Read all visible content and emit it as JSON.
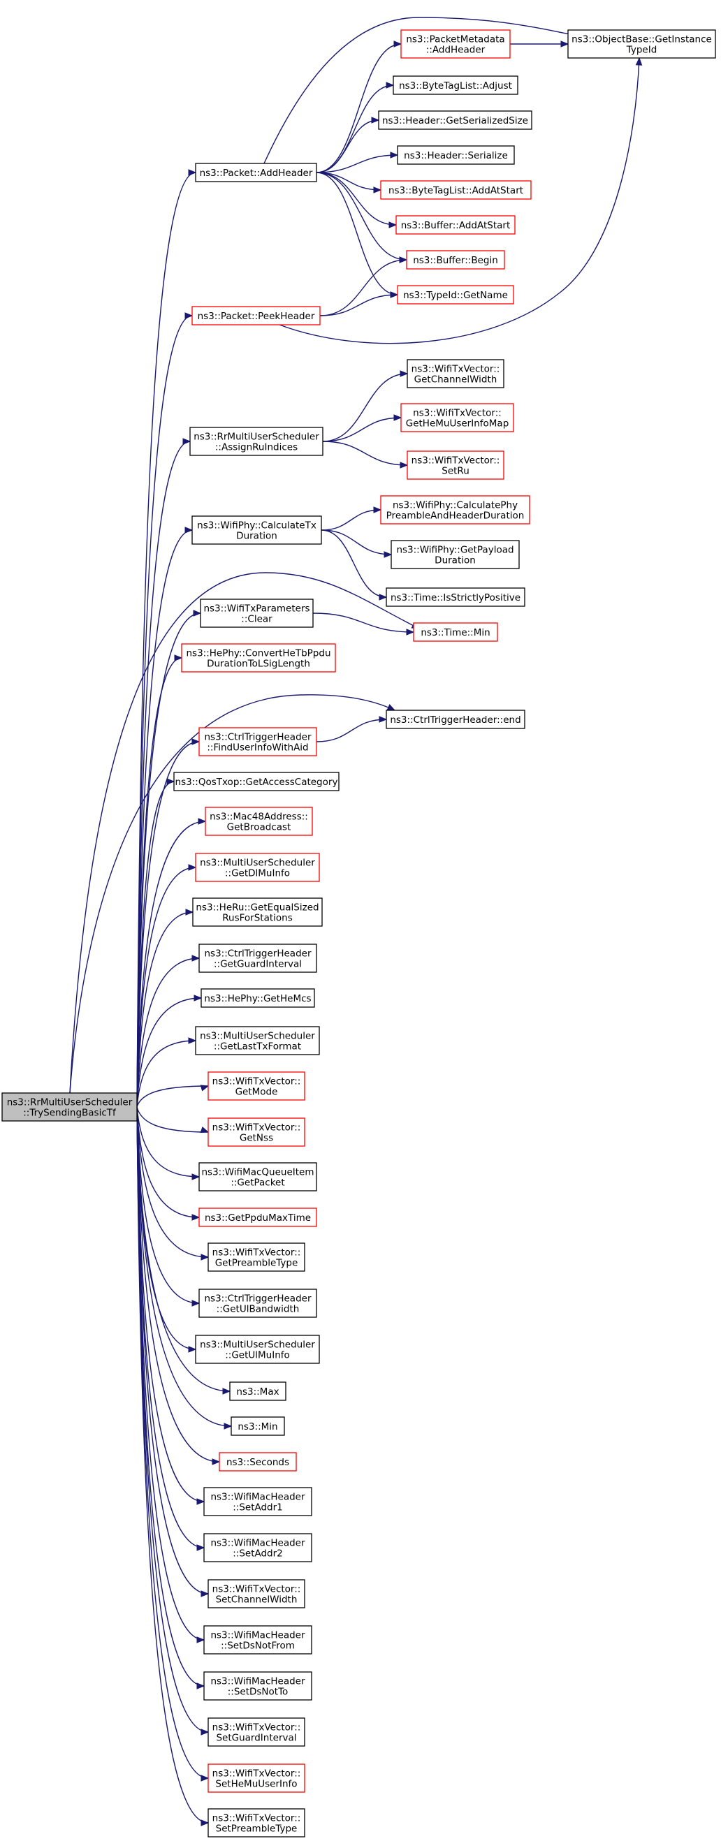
{
  "colors": {
    "edge": "#191970",
    "border_normal": "#000000",
    "border_incomplete": "#ff0000",
    "fill_normal": "#ffffff",
    "fill_root": "#bfbfbf"
  },
  "nodes": [
    {
      "id": "root",
      "lines": [
        "ns3::RrMultiUserScheduler",
        "::TrySendingBasicTf"
      ],
      "style": "root"
    },
    {
      "id": "objectbase_getinstancetypeid",
      "lines": [
        "ns3::ObjectBase::GetInstance",
        "TypeId"
      ],
      "style": "normal"
    },
    {
      "id": "packetmetadata_addheader",
      "lines": [
        "ns3::PacketMetadata",
        "::AddHeader"
      ],
      "style": "incomplete"
    },
    {
      "id": "bytetaglist_adjust",
      "lines": [
        "ns3::ByteTagList::Adjust"
      ],
      "style": "normal"
    },
    {
      "id": "header_getserializedsize",
      "lines": [
        "ns3::Header::GetSerializedSize"
      ],
      "style": "normal"
    },
    {
      "id": "header_serialize",
      "lines": [
        "ns3::Header::Serialize"
      ],
      "style": "normal"
    },
    {
      "id": "packet_addheader",
      "lines": [
        "ns3::Packet::AddHeader"
      ],
      "style": "normal"
    },
    {
      "id": "bytetaglist_addatstart",
      "lines": [
        "ns3::ByteTagList::AddAtStart"
      ],
      "style": "incomplete"
    },
    {
      "id": "buffer_addatstart",
      "lines": [
        "ns3::Buffer::AddAtStart"
      ],
      "style": "incomplete"
    },
    {
      "id": "buffer_begin",
      "lines": [
        "ns3::Buffer::Begin"
      ],
      "style": "incomplete"
    },
    {
      "id": "typeid_getname",
      "lines": [
        "ns3::TypeId::GetName"
      ],
      "style": "incomplete"
    },
    {
      "id": "packet_peekheader",
      "lines": [
        "ns3::Packet::PeekHeader"
      ],
      "style": "incomplete"
    },
    {
      "id": "wifitxvector_getchannelwidth",
      "lines": [
        "ns3::WifiTxVector::",
        "GetChannelWidth"
      ],
      "style": "normal"
    },
    {
      "id": "wifitxvector_gethemuuserinfomap",
      "lines": [
        "ns3::WifiTxVector::",
        "GetHeMuUserInfoMap"
      ],
      "style": "incomplete"
    },
    {
      "id": "rrmus_assignruindices",
      "lines": [
        "ns3::RrMultiUserScheduler",
        "::AssignRuIndices"
      ],
      "style": "normal"
    },
    {
      "id": "wifitxvector_setru",
      "lines": [
        "ns3::WifiTxVector::",
        "SetRu"
      ],
      "style": "incomplete"
    },
    {
      "id": "wifiphy_calculatephypreamble",
      "lines": [
        "ns3::WifiPhy::CalculatePhy",
        "PreambleAndHeaderDuration"
      ],
      "style": "incomplete"
    },
    {
      "id": "wifiphy_calculatetxduration",
      "lines": [
        "ns3::WifiPhy::CalculateTx",
        "Duration"
      ],
      "style": "normal"
    },
    {
      "id": "wifiphy_getpayloadduration",
      "lines": [
        "ns3::WifiPhy::GetPayload",
        "Duration"
      ],
      "style": "normal"
    },
    {
      "id": "time_isstrictlypositive",
      "lines": [
        "ns3::Time::IsStrictlyPositive"
      ],
      "style": "normal"
    },
    {
      "id": "wifitxparameters_clear",
      "lines": [
        "ns3::WifiTxParameters",
        "::Clear"
      ],
      "style": "normal"
    },
    {
      "id": "time_min",
      "lines": [
        "ns3::Time::Min"
      ],
      "style": "incomplete"
    },
    {
      "id": "hephy_convertheltbppdu",
      "lines": [
        "ns3::HePhy::ConvertHeTbPpdu",
        "DurationToLSigLength"
      ],
      "style": "incomplete"
    },
    {
      "id": "ctrltriggerheader_end",
      "lines": [
        "ns3::CtrlTriggerHeader::end"
      ],
      "style": "normal"
    },
    {
      "id": "ctrltriggerheader_finduserinfowithaid",
      "lines": [
        "ns3::CtrlTriggerHeader",
        "::FindUserInfoWithAid"
      ],
      "style": "incomplete"
    },
    {
      "id": "qostxop_getaccesscategory",
      "lines": [
        "ns3::QosTxop::GetAccessCategory"
      ],
      "style": "normal"
    },
    {
      "id": "mac48address_getbroadcast",
      "lines": [
        "ns3::Mac48Address::",
        "GetBroadcast"
      ],
      "style": "incomplete"
    },
    {
      "id": "mus_getdlmuinfo",
      "lines": [
        "ns3::MultiUserScheduler",
        "::GetDlMuInfo"
      ],
      "style": "incomplete"
    },
    {
      "id": "heru_getequalsizedrus",
      "lines": [
        "ns3::HeRu::GetEqualSized",
        "RusForStations"
      ],
      "style": "normal"
    },
    {
      "id": "ctrltriggerheader_getguardinterval",
      "lines": [
        "ns3::CtrlTriggerHeader",
        "::GetGuardInterval"
      ],
      "style": "normal"
    },
    {
      "id": "hephy_gethemcs",
      "lines": [
        "ns3::HePhy::GetHeMcs"
      ],
      "style": "normal"
    },
    {
      "id": "mus_getlasttxformat",
      "lines": [
        "ns3::MultiUserScheduler",
        "::GetLastTxFormat"
      ],
      "style": "normal"
    },
    {
      "id": "wifitxvector_getmode",
      "lines": [
        "ns3::WifiTxVector::",
        "GetMode"
      ],
      "style": "incomplete"
    },
    {
      "id": "wifitxvector_getnss",
      "lines": [
        "ns3::WifiTxVector::",
        "GetNss"
      ],
      "style": "incomplete"
    },
    {
      "id": "wifimacqueueitem_getpacket",
      "lines": [
        "ns3::WifiMacQueueItem",
        "::GetPacket"
      ],
      "style": "normal"
    },
    {
      "id": "getppdumaxtime",
      "lines": [
        "ns3::GetPpduMaxTime"
      ],
      "style": "incomplete"
    },
    {
      "id": "wifitxvector_getpreambletype",
      "lines": [
        "ns3::WifiTxVector::",
        "GetPreambleType"
      ],
      "style": "normal"
    },
    {
      "id": "ctrltriggerheader_getulbandwidth",
      "lines": [
        "ns3::CtrlTriggerHeader",
        "::GetUlBandwidth"
      ],
      "style": "normal"
    },
    {
      "id": "mus_getulmuinfo",
      "lines": [
        "ns3::MultiUserScheduler",
        "::GetUlMuInfo"
      ],
      "style": "normal"
    },
    {
      "id": "max",
      "lines": [
        "ns3::Max"
      ],
      "style": "normal"
    },
    {
      "id": "min",
      "lines": [
        "ns3::Min"
      ],
      "style": "normal"
    },
    {
      "id": "seconds",
      "lines": [
        "ns3::Seconds"
      ],
      "style": "incomplete"
    },
    {
      "id": "wifimacheader_setaddr1",
      "lines": [
        "ns3::WifiMacHeader",
        "::SetAddr1"
      ],
      "style": "normal"
    },
    {
      "id": "wifimacheader_setaddr2",
      "lines": [
        "ns3::WifiMacHeader",
        "::SetAddr2"
      ],
      "style": "normal"
    },
    {
      "id": "wifitxvector_setchannelwidth",
      "lines": [
        "ns3::WifiTxVector::",
        "SetChannelWidth"
      ],
      "style": "normal"
    },
    {
      "id": "wifimacheader_setdsnotfrom",
      "lines": [
        "ns3::WifiMacHeader",
        "::SetDsNotFrom"
      ],
      "style": "normal"
    },
    {
      "id": "wifimacheader_setdsnotto",
      "lines": [
        "ns3::WifiMacHeader",
        "::SetDsNotTo"
      ],
      "style": "normal"
    },
    {
      "id": "wifitxvector_setguardinterval",
      "lines": [
        "ns3::WifiTxVector::",
        "SetGuardInterval"
      ],
      "style": "normal"
    },
    {
      "id": "wifitxvector_sethemuuserinfo",
      "lines": [
        "ns3::WifiTxVector::",
        "SetHeMuUserInfo"
      ],
      "style": "incomplete"
    },
    {
      "id": "wifitxvector_setpreambletype",
      "lines": [
        "ns3::WifiTxVector::",
        "SetPreambleType"
      ],
      "style": "normal"
    }
  ],
  "edges": [
    [
      "root",
      "packet_addheader"
    ],
    [
      "root",
      "packet_peekheader"
    ],
    [
      "root",
      "rrmus_assignruindices"
    ],
    [
      "root",
      "wifiphy_calculatetxduration"
    ],
    [
      "root",
      "time_min"
    ],
    [
      "root",
      "wifitxparameters_clear"
    ],
    [
      "root",
      "hephy_convertheltbppdu"
    ],
    [
      "root",
      "ctrltriggerheader_end"
    ],
    [
      "root",
      "ctrltriggerheader_finduserinfowithaid"
    ],
    [
      "root",
      "qostxop_getaccesscategory"
    ],
    [
      "root",
      "mac48address_getbroadcast"
    ],
    [
      "root",
      "mus_getdlmuinfo"
    ],
    [
      "root",
      "heru_getequalsizedrus"
    ],
    [
      "root",
      "ctrltriggerheader_getguardinterval"
    ],
    [
      "root",
      "hephy_gethemcs"
    ],
    [
      "root",
      "mus_getlasttxformat"
    ],
    [
      "root",
      "wifitxvector_getmode"
    ],
    [
      "root",
      "wifitxvector_getnss"
    ],
    [
      "root",
      "wifimacqueueitem_getpacket"
    ],
    [
      "root",
      "getppdumaxtime"
    ],
    [
      "root",
      "wifitxvector_getpreambletype"
    ],
    [
      "root",
      "ctrltriggerheader_getulbandwidth"
    ],
    [
      "root",
      "mus_getulmuinfo"
    ],
    [
      "root",
      "max"
    ],
    [
      "root",
      "min"
    ],
    [
      "root",
      "seconds"
    ],
    [
      "root",
      "wifimacheader_setaddr1"
    ],
    [
      "root",
      "wifimacheader_setaddr2"
    ],
    [
      "root",
      "wifitxvector_setchannelwidth"
    ],
    [
      "root",
      "wifimacheader_setdsnotfrom"
    ],
    [
      "root",
      "wifimacheader_setdsnotto"
    ],
    [
      "root",
      "wifitxvector_setguardinterval"
    ],
    [
      "root",
      "wifitxvector_sethemuuserinfo"
    ],
    [
      "root",
      "wifitxvector_setpreambletype"
    ],
    [
      "packet_addheader",
      "objectbase_getinstancetypeid"
    ],
    [
      "packet_addheader",
      "packetmetadata_addheader"
    ],
    [
      "packet_addheader",
      "bytetaglist_adjust"
    ],
    [
      "packet_addheader",
      "header_getserializedsize"
    ],
    [
      "packet_addheader",
      "header_serialize"
    ],
    [
      "packet_addheader",
      "bytetaglist_addatstart"
    ],
    [
      "packet_addheader",
      "buffer_addatstart"
    ],
    [
      "packet_addheader",
      "buffer_begin"
    ],
    [
      "packet_addheader",
      "typeid_getname"
    ],
    [
      "packetmetadata_addheader",
      "objectbase_getinstancetypeid"
    ],
    [
      "packet_peekheader",
      "buffer_begin"
    ],
    [
      "packet_peekheader",
      "typeid_getname"
    ],
    [
      "packet_peekheader",
      "objectbase_getinstancetypeid"
    ],
    [
      "rrmus_assignruindices",
      "wifitxvector_getchannelwidth"
    ],
    [
      "rrmus_assignruindices",
      "wifitxvector_gethemuuserinfomap"
    ],
    [
      "rrmus_assignruindices",
      "wifitxvector_setru"
    ],
    [
      "wifiphy_calculatetxduration",
      "wifiphy_calculatephypreamble"
    ],
    [
      "wifiphy_calculatetxduration",
      "wifiphy_getpayloadduration"
    ],
    [
      "wifiphy_calculatetxduration",
      "time_isstrictlypositive"
    ],
    [
      "wifitxparameters_clear",
      "time_min"
    ],
    [
      "ctrltriggerheader_finduserinfowithaid",
      "ctrltriggerheader_end"
    ]
  ]
}
